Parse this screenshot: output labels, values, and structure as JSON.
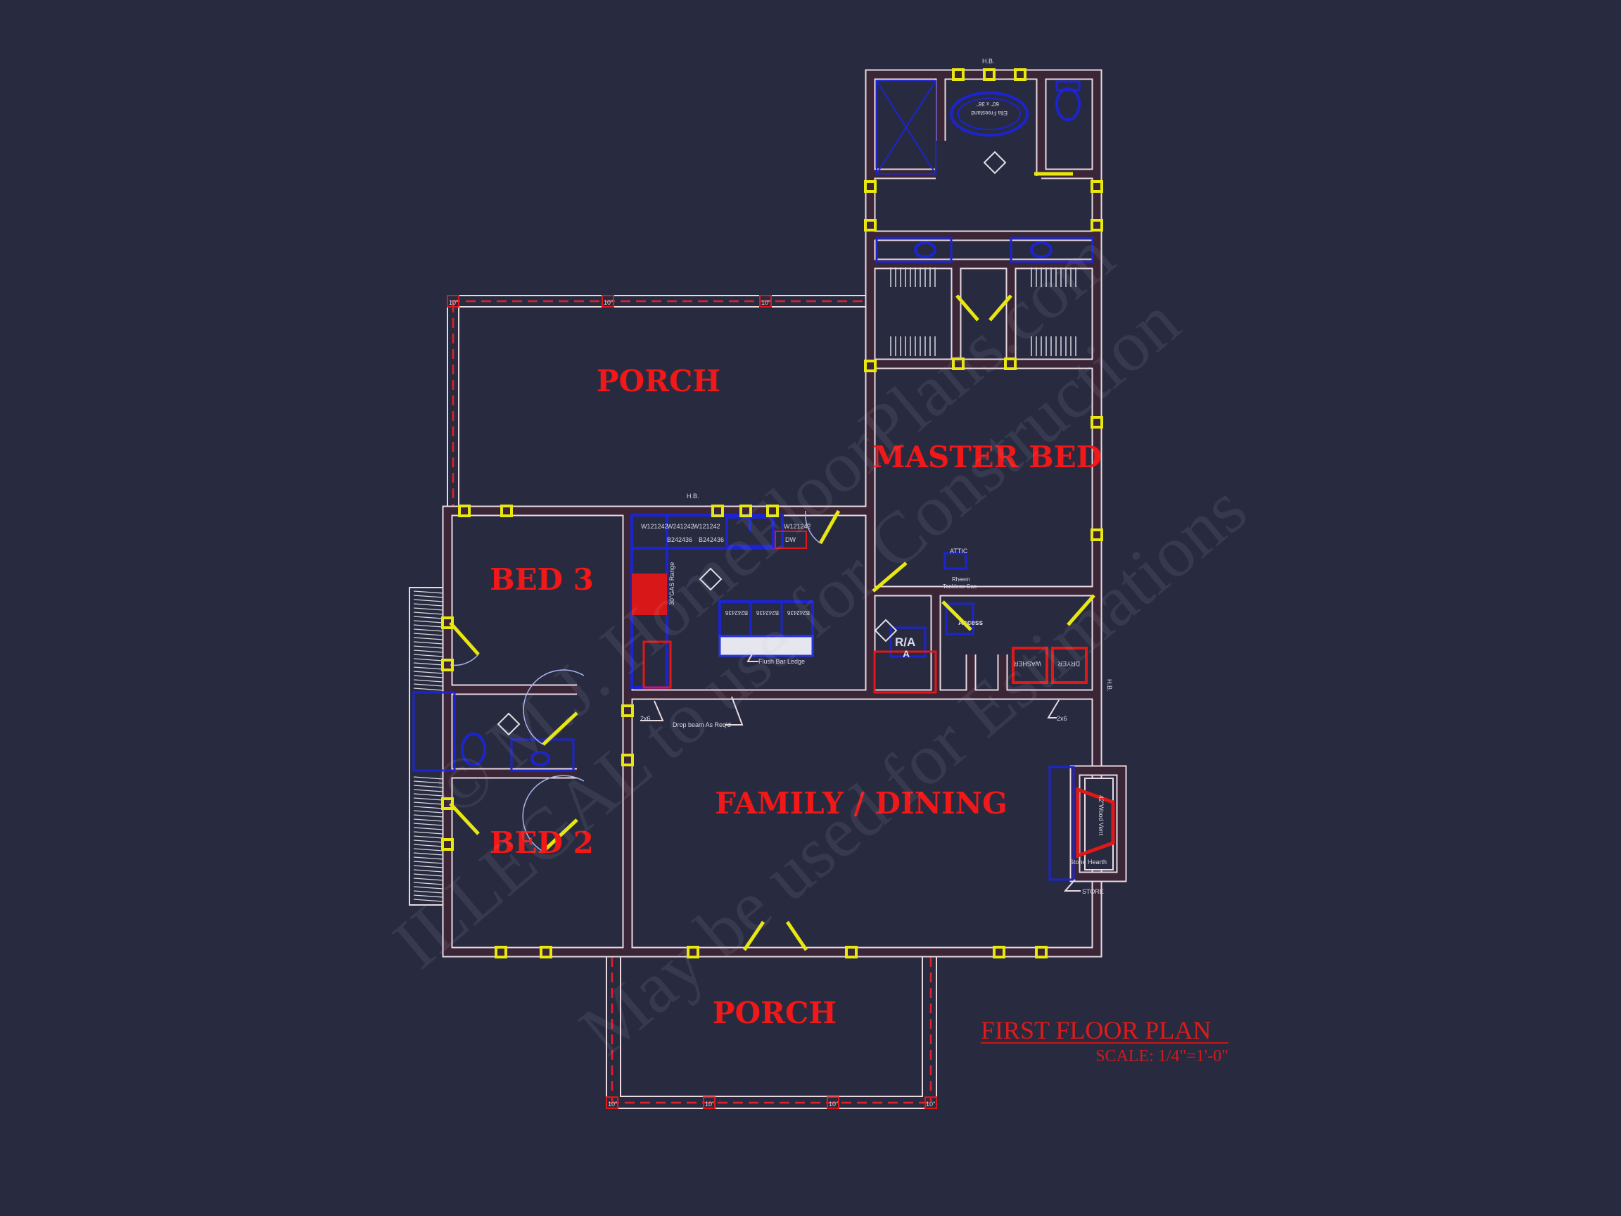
{
  "colors": {
    "background": "#282b3f",
    "room_labels": "#f01818",
    "walls": "#e9d9e0",
    "fixtures": "#1c24d0",
    "doors_windows": "#e8e810"
  },
  "rooms": {
    "porch_rear": "PORCH",
    "master_bed": "MASTER BED",
    "bed3": "BED 3",
    "bed2": "BED 2",
    "family_dining": "FAMILY / DINING",
    "porch_front": "PORCH"
  },
  "title": {
    "name": "FIRST FLOOR PLAN",
    "scale": "SCALE: 1/4\"=1'-0\""
  },
  "annotations": {
    "hb_top": "H.B.",
    "hb_kitchen": "H.B.",
    "hb_laundry": "H.B.",
    "tub": "Ella Freestand",
    "tub_size": "60\" x 36\"",
    "attic": "ATTIC",
    "water_heater": "Rheem",
    "water_heater_type": "Tankless Gas",
    "access": "Access",
    "ra": "R/A",
    "ra_sub": "A",
    "washer": "WASHER",
    "dryer": "DRYER",
    "range": "30\"GAS Range",
    "bar_ledge": "Flush Bar Ledge",
    "dw": "DW",
    "cab_w1": "W121242",
    "cab_w2": "W241242",
    "cab_w3": "W121242",
    "cab_w4": "W121242",
    "cab_b1": "B242436",
    "cab_b2": "B242436",
    "island_b1": "B242436",
    "island_b2": "B242436",
    "island_b3": "B242436",
    "wall_2x6_a": "2x6",
    "wall_2x6_b": "2x6",
    "drop_beam": "Drop beam As Req'd",
    "vent": "42\"Wood Vent",
    "hearth": "Stone Hearth",
    "store": "STORE",
    "beam_marks": [
      "10\"",
      "10\"",
      "10\"",
      "10\"",
      "10\"",
      "10\"",
      "10\""
    ]
  },
  "watermark": [
    "© M.J. HomeFloorPlans.com",
    "ILLEGAL to use for Construction",
    "May be used for Estimations"
  ]
}
